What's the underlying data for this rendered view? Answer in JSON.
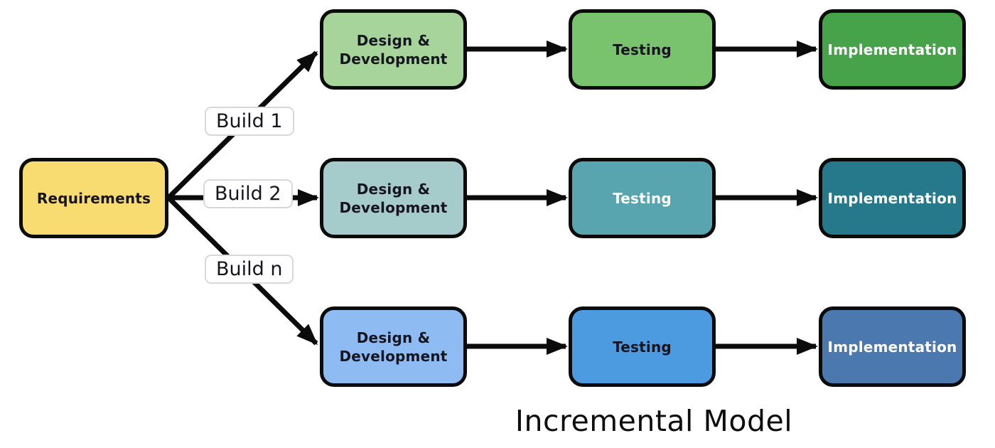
{
  "title": "Incremental Model",
  "colors": {
    "background": "#ffffff",
    "arrow": "#0b0b0b",
    "box_border": "#0b0b0b",
    "build_label_bg": "#ffffff",
    "build_label_border": "#d8d8d8",
    "dark_text": "#15151f",
    "light_text": "#ffffff",
    "requirements_bg": "#F8DB71",
    "row1_design_bg": "#A6D49B",
    "row1_testing_bg": "#7AC36E",
    "row1_impl_bg": "#47A34A",
    "row2_design_bg": "#A6CBCB",
    "row2_testing_bg": "#58A5B0",
    "row2_impl_bg": "#26798B",
    "row3_design_bg": "#8EBCF2",
    "row3_testing_bg": "#4C9BE0",
    "row3_impl_bg": "#4B78AE"
  },
  "requirements": {
    "label": "Requirements",
    "bg": "#F8DB71",
    "text_color": "#15151f"
  },
  "builds": [
    {
      "label": "Build 1"
    },
    {
      "label": "Build 2"
    },
    {
      "label": "Build n"
    }
  ],
  "rows": [
    {
      "build": "Build 1",
      "stages": [
        {
          "label": "Design & Development",
          "bg": "#A6D49B",
          "text_color": "#15151f"
        },
        {
          "label": "Testing",
          "bg": "#7AC36E",
          "text_color": "#15151f"
        },
        {
          "label": "Implementation",
          "bg": "#47A34A",
          "text_color": "#ffffff"
        }
      ]
    },
    {
      "build": "Build 2",
      "stages": [
        {
          "label": "Design & Development",
          "bg": "#A6CBCB",
          "text_color": "#15151f"
        },
        {
          "label": "Testing",
          "bg": "#58A5B0",
          "text_color": "#ffffff"
        },
        {
          "label": "Implementation",
          "bg": "#26798B",
          "text_color": "#ffffff"
        }
      ]
    },
    {
      "build": "Build n",
      "stages": [
        {
          "label": "Design & Development",
          "bg": "#8EBCF2",
          "text_color": "#15151f"
        },
        {
          "label": "Testing",
          "bg": "#4C9BE0",
          "text_color": "#15151f"
        },
        {
          "label": "Implementation",
          "bg": "#4B78AE",
          "text_color": "#ffffff"
        }
      ]
    }
  ]
}
